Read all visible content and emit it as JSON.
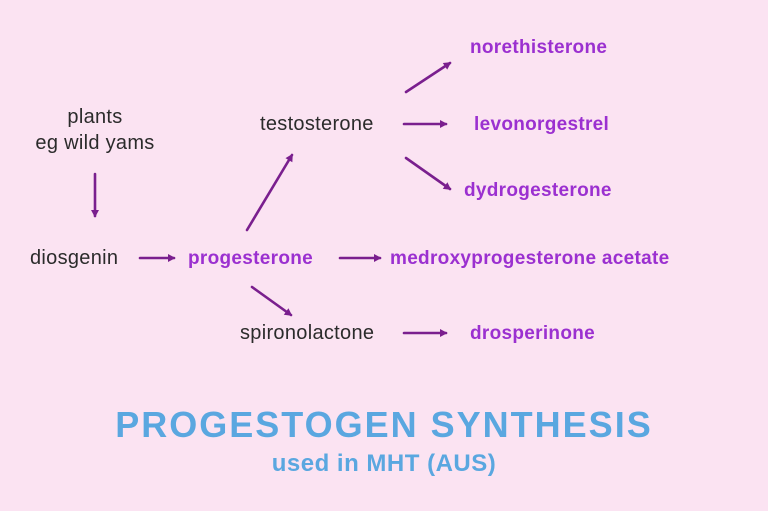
{
  "colors": {
    "background": "#fbe3f2",
    "node_purple": "#9b30d0",
    "arrow_purple": "#7a1f8e",
    "node_black": "#2b2b2b",
    "title_blue": "#5aa7e0"
  },
  "diagram": {
    "plants_line1": "plants",
    "plants_line2": "eg wild yams",
    "diosgenin": "diosgenin",
    "progesterone": "progesterone",
    "testosterone": "testosterone",
    "norethisterone": "norethisterone",
    "levonorgestrel": "levonorgestrel",
    "dydrogesterone": "dydrogesterone",
    "medroxyprogesterone_acetate": "medroxyprogesterone acetate",
    "spironolactone": "spironolactone",
    "drosperinone": "drosperinone"
  },
  "arrows": [
    "plants-to-diosgenin",
    "diosgenin-to-progesterone",
    "progesterone-to-testosterone",
    "testosterone-to-norethisterone",
    "testosterone-to-levonorgestrel",
    "testosterone-to-dydrogesterone",
    "progesterone-to-medroxyprogesterone-acetate",
    "progesterone-to-spironolactone",
    "spironolactone-to-drosperinone"
  ],
  "title": {
    "main": "PROGESTOGEN SYNTHESIS",
    "subtitle": "used in MHT (AUS)"
  }
}
